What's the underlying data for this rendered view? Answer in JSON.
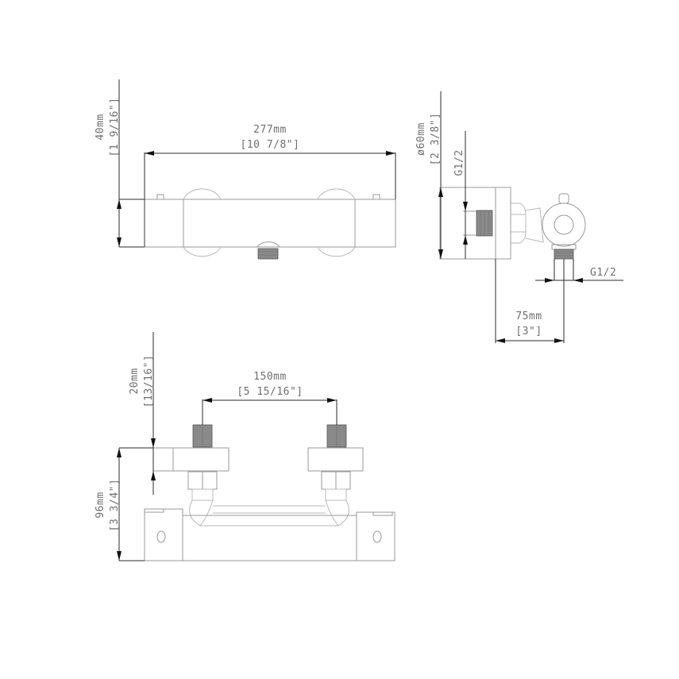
{
  "drawing": {
    "title": "Thermostatic shower mixer dimension drawing",
    "line_color": "#3a3a3a",
    "label_color": "#6f6f6f",
    "views": {
      "front": {
        "width_mm": "277mm",
        "width_in": "[10 7/8\"]",
        "height_mm": "40mm",
        "height_in": "[1 9/16\"]"
      },
      "side": {
        "diameter_mm": "ø60mm",
        "diameter_in": "[2 3/8\"]",
        "thread_top": "G1/2",
        "thread_bottom": "G1/2",
        "depth_mm": "75mm",
        "depth_in": "[3\"]"
      },
      "rear": {
        "spacing_mm": "150mm",
        "spacing_in": "[5 15/16\"]",
        "bracket_mm": "20mm",
        "bracket_in": "[13/16\"]",
        "height_mm": "96mm",
        "height_in": "[3 3/4\"]"
      }
    }
  }
}
